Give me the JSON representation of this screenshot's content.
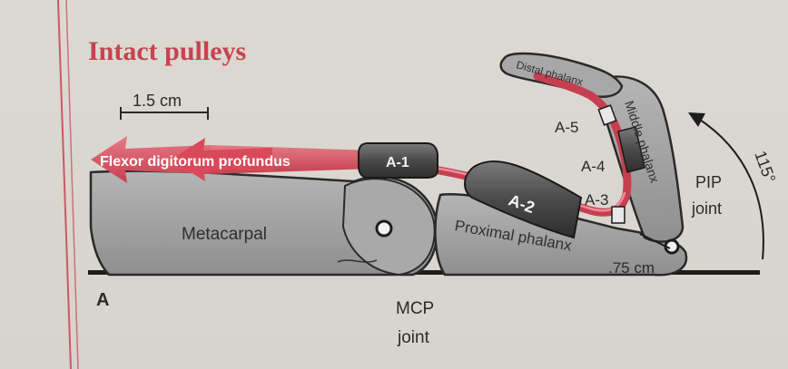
{
  "figure": {
    "title": "Intact pulleys",
    "panel_letter": "A",
    "muscle_label": "Flexor digitorum profundus",
    "bones": {
      "metacarpal": "Metacarpal",
      "proximal_phalanx": "Proximal phalanx",
      "middle_phalanx": "Middle phalanx",
      "distal_phalanx": "Distal phalanx"
    },
    "pulleys": {
      "a1": "A-1",
      "a2": "A-2",
      "a3": "A-3",
      "a4": "A-4",
      "a5": "A-5"
    },
    "measurements": {
      "proximal": "1.5 cm",
      "moment_arm": ".75 cm",
      "angle": "115°"
    },
    "joints": {
      "mcp_line1": "MCP",
      "mcp_line2": "joint",
      "pip_line1": "PIP",
      "pip_line2": "joint"
    },
    "colors": {
      "title": "#c8434f",
      "tendon": "#d9495a",
      "bone": "#9d9d9d",
      "pulley": "#4a4a4a",
      "margin_line": "#c85a64"
    }
  }
}
